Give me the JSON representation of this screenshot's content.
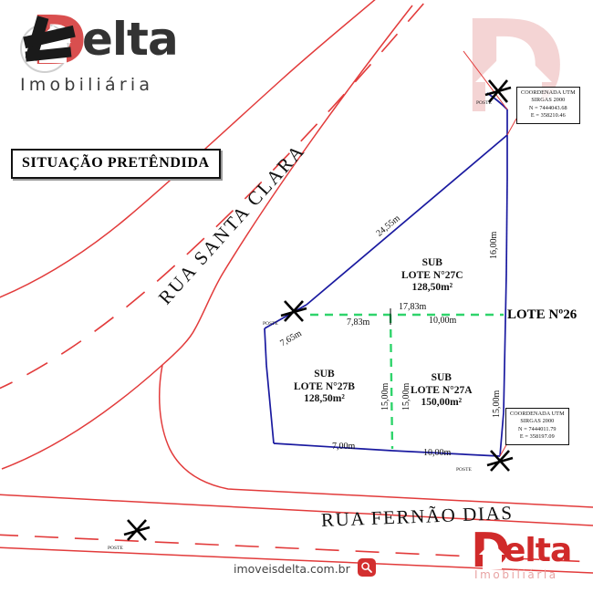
{
  "document": {
    "title_box": "SITUAÇÃO PRETÊNDIDA"
  },
  "brand": {
    "name_d": "D",
    "name_rest": "elta",
    "tagline": "Imobiliária",
    "website": "imoveisdelta.com.br"
  },
  "streets": [
    {
      "name": "RUA SANTA CLARA"
    },
    {
      "name": "RUA FERNÃO DIAS"
    }
  ],
  "lots": [
    {
      "sub": "SUB",
      "name": "LOTE N°27C",
      "area": "128,50m²"
    },
    {
      "sub": "SUB",
      "name": "LOTE N°27B",
      "area": "128,50m²"
    },
    {
      "sub": "SUB",
      "name": "LOTE N°27A",
      "area": "150,00m²"
    }
  ],
  "neighbor_lot": "LOTE Nº26",
  "dimensions": {
    "diag_upper": "24,55m",
    "diag_lower": "7,65m",
    "mid_left": "7,83m",
    "mid_center": "17,83m",
    "mid_right": "10,00m",
    "bottom_left": "7,00m",
    "bottom_right": "10,00m",
    "right_upper": "16,00m",
    "right_lower": "15,00m",
    "inner_vert_b": "15,00m",
    "inner_vert_a": "15,00m"
  },
  "coordinates": [
    {
      "id": "coord-top",
      "line1": "COORDENADA UTM",
      "line2": "SIRGAS 2000",
      "line3": "N = 7444043.68",
      "line4": "E = 358210.46"
    },
    {
      "id": "coord-bottom",
      "line1": "COORDENADA UTM",
      "line2": "SIRGAS 2000",
      "line3": "N = 7444011.79",
      "line4": "E = 358197.09"
    }
  ],
  "poles": [
    {
      "label": "POSTE"
    },
    {
      "label": "POSTE"
    },
    {
      "label": "POSTE"
    },
    {
      "label": "POSTE"
    }
  ],
  "colors": {
    "street_red": "#e23b3b",
    "lot_blue": "#1a1aa0",
    "division_green": "#2fd46b",
    "brand_red": "#d02a2a",
    "watermark_pink": "#e59b9b"
  }
}
